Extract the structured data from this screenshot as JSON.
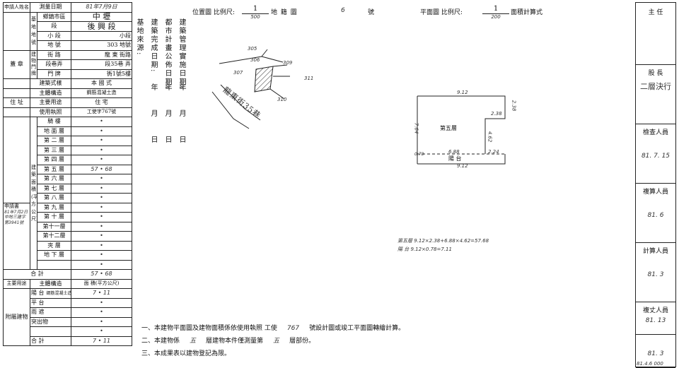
{
  "left_table": {
    "applicant_label": "申請人姓名",
    "survey_date_label": "測量日期",
    "survey_date_value": "81年7月9日",
    "base_label": "基地地號",
    "township_label": "鄉鎮市區",
    "township_value": "中 壢",
    "section_label": "段",
    "section_value": "後 興 段",
    "subsection_label": "小 段",
    "subsection_value": "小段",
    "lot_label": "地 號",
    "lot_value": "303 地號",
    "building_door_label": "建物門牌",
    "street_label": "街 路",
    "street_value": "龍 東 街路",
    "lane_label": "段巷弄",
    "lane_value": "段35巷 弄",
    "doorno_label": "門 牌",
    "doorno_value": "衖1號5樓",
    "seal_label": "蓋 章",
    "building_style_label": "建築式樣",
    "building_style_value": "本 國 式",
    "structure_label": "主體構造",
    "structure_value": "鋼筋混凝土造",
    "residence_label": "住 址",
    "main_use_label": "主要用途",
    "main_use_value": "住 宅",
    "permit_label": "使用執照",
    "permit_value": "工使字767號",
    "floors_group_label": "建築面積(平方公尺)",
    "floors": [
      {
        "label": "騎 樓",
        "value": "•"
      },
      {
        "label": "地 面 層",
        "value": "•"
      },
      {
        "label": "第 二 層",
        "value": "•"
      },
      {
        "label": "第 三 層",
        "value": "•"
      },
      {
        "label": "第 四 層",
        "value": "•"
      },
      {
        "label": "第 五 層",
        "value": "57 • 68"
      },
      {
        "label": "第 六 層",
        "value": "•"
      },
      {
        "label": "第 七 層",
        "value": "•"
      },
      {
        "label": "第 八 層",
        "value": "•"
      },
      {
        "label": "第 九 層",
        "value": "•"
      },
      {
        "label": "第 十 層",
        "value": "•"
      },
      {
        "label": "第十一層",
        "value": "•"
      },
      {
        "label": "第十二層",
        "value": "•"
      },
      {
        "label": "夾 層",
        "value": "•"
      },
      {
        "label": "地 下 層",
        "value": "•"
      },
      {
        "label": "",
        "value": "•"
      }
    ],
    "application_label": "申請書",
    "application_value": "81年7月2日 中地三建字第3941號",
    "total_label": "合 計",
    "total_value": "57 • 68",
    "annex_header_use": "主要用途",
    "annex_header_struct": "主體構造",
    "annex_header_area": "面 積(平方公尺)",
    "annex_group_label": "附屬建物",
    "annex_rows": [
      {
        "label": "陽 台",
        "struct": "鋼筋混凝土造",
        "value": "7 • 11"
      },
      {
        "label": "平 台",
        "struct": "",
        "value": "•"
      },
      {
        "label": "雨 遮",
        "struct": "",
        "value": "•"
      },
      {
        "label": "突出物",
        "struct": "",
        "value": "•"
      },
      {
        "label": "",
        "struct": "",
        "value": "•"
      },
      {
        "label": "合 計",
        "struct": "",
        "value": "7 • 11"
      }
    ]
  },
  "dates_column": {
    "items": [
      {
        "label": "建築管理實施日期:",
        "value": "年 月 日"
      },
      {
        "label": "都市計畫公佈日期:",
        "value": "年 月 日"
      },
      {
        "label": "建築完成日期:",
        "value": "年 月 日"
      },
      {
        "label": "基地來源:",
        "value": ""
      }
    ]
  },
  "header": {
    "location_map_label": "位置圖 比例尺:",
    "location_scale_num": "1",
    "location_scale_den": "500",
    "land_map_label": "地 籍 圖",
    "map_number": "6",
    "map_number_unit": "號",
    "floor_plan_label": "平面圖 比例尺:",
    "floor_scale_num": "1",
    "floor_scale_den": "200",
    "area_calc_label": "面積計算式"
  },
  "location_map": {
    "lots": [
      "305",
      "306",
      "307",
      "309",
      "311",
      "310"
    ],
    "street_name": "龍東街35巷"
  },
  "floor_plan": {
    "room_label": "第五層",
    "balcony_label": "陽 台",
    "dims": [
      "9.12",
      "2.38",
      "7.64",
      "4.62",
      "6.88",
      "2.24",
      "0.78",
      "9.12"
    ]
  },
  "formulas": [
    "第五層 9.12×2.38+6.88×4.62=57.68",
    "陽 台 9.12×0.78=7.11"
  ],
  "notes": [
    {
      "text": "一、本建物平面圖及建物面積係依使用執照 工使",
      "fill": "767",
      "text2": "號設計圖或竣工平面圖轉繪計算。"
    },
    {
      "text": "二、本建物係",
      "fill": "五",
      "text2": "層建物本件僅測量第",
      "fill2": "五",
      "text3": "層部份。"
    },
    {
      "text": "三、本成果表以建物登記為限。",
      "fill": "",
      "text2": ""
    }
  ],
  "right_panel": {
    "cells": [
      {
        "label": "主 任",
        "value": ""
      },
      {
        "label": "股 長",
        "value": "二層決行"
      },
      {
        "label": "檢查人員",
        "value": "81. 7. 15"
      },
      {
        "label": "複算人員",
        "value": "81. 6"
      },
      {
        "label": "計算人員",
        "value": "81. 3"
      },
      {
        "label": "複丈人員",
        "value": "81. 13"
      },
      {
        "label": "",
        "value": "81. 3"
      }
    ],
    "footer": "81.4.6 000"
  }
}
